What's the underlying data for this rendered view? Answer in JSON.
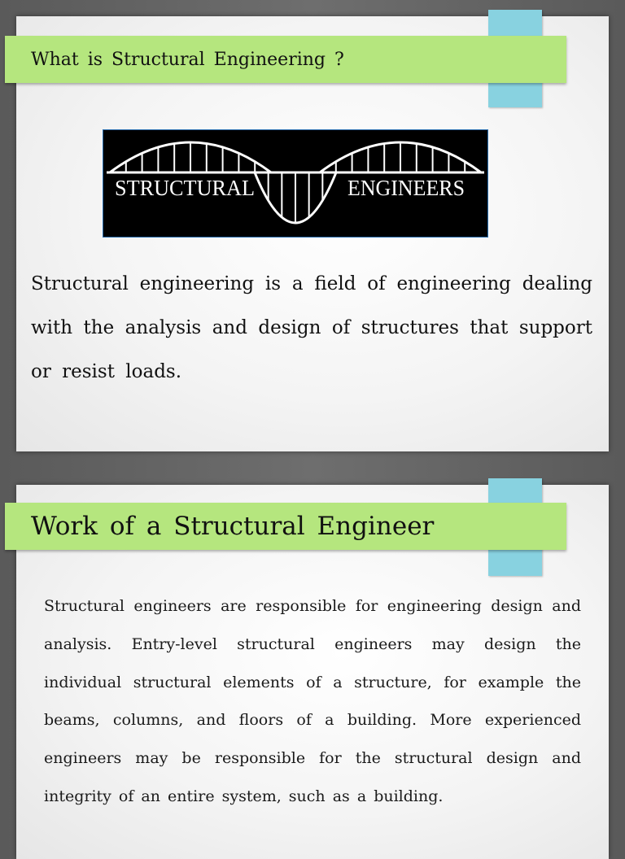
{
  "slides": [
    {
      "title": "What is Structural Engineering ?",
      "logo": {
        "left_text": "STRUCTURAL",
        "right_text": "ENGINEERS"
      },
      "body": "Structural engineering is a field of engineering dealing with the analysis and design of structures that support or resist loads."
    },
    {
      "title": "Work of a Structural Engineer",
      "body": "Structural engineers are responsible for engineering design and analysis. Entry-level structural engineers may design the individual structural elements of a structure, for example the beams, columns, and floors of a building. More experienced engineers may be responsible for the structural design and integrity of an entire system, such as a building."
    }
  ],
  "colors": {
    "title_bar": "#b5e67e",
    "tab_accent": "#88d2e0",
    "backdrop": "#646464",
    "logo_background": "#000000"
  }
}
